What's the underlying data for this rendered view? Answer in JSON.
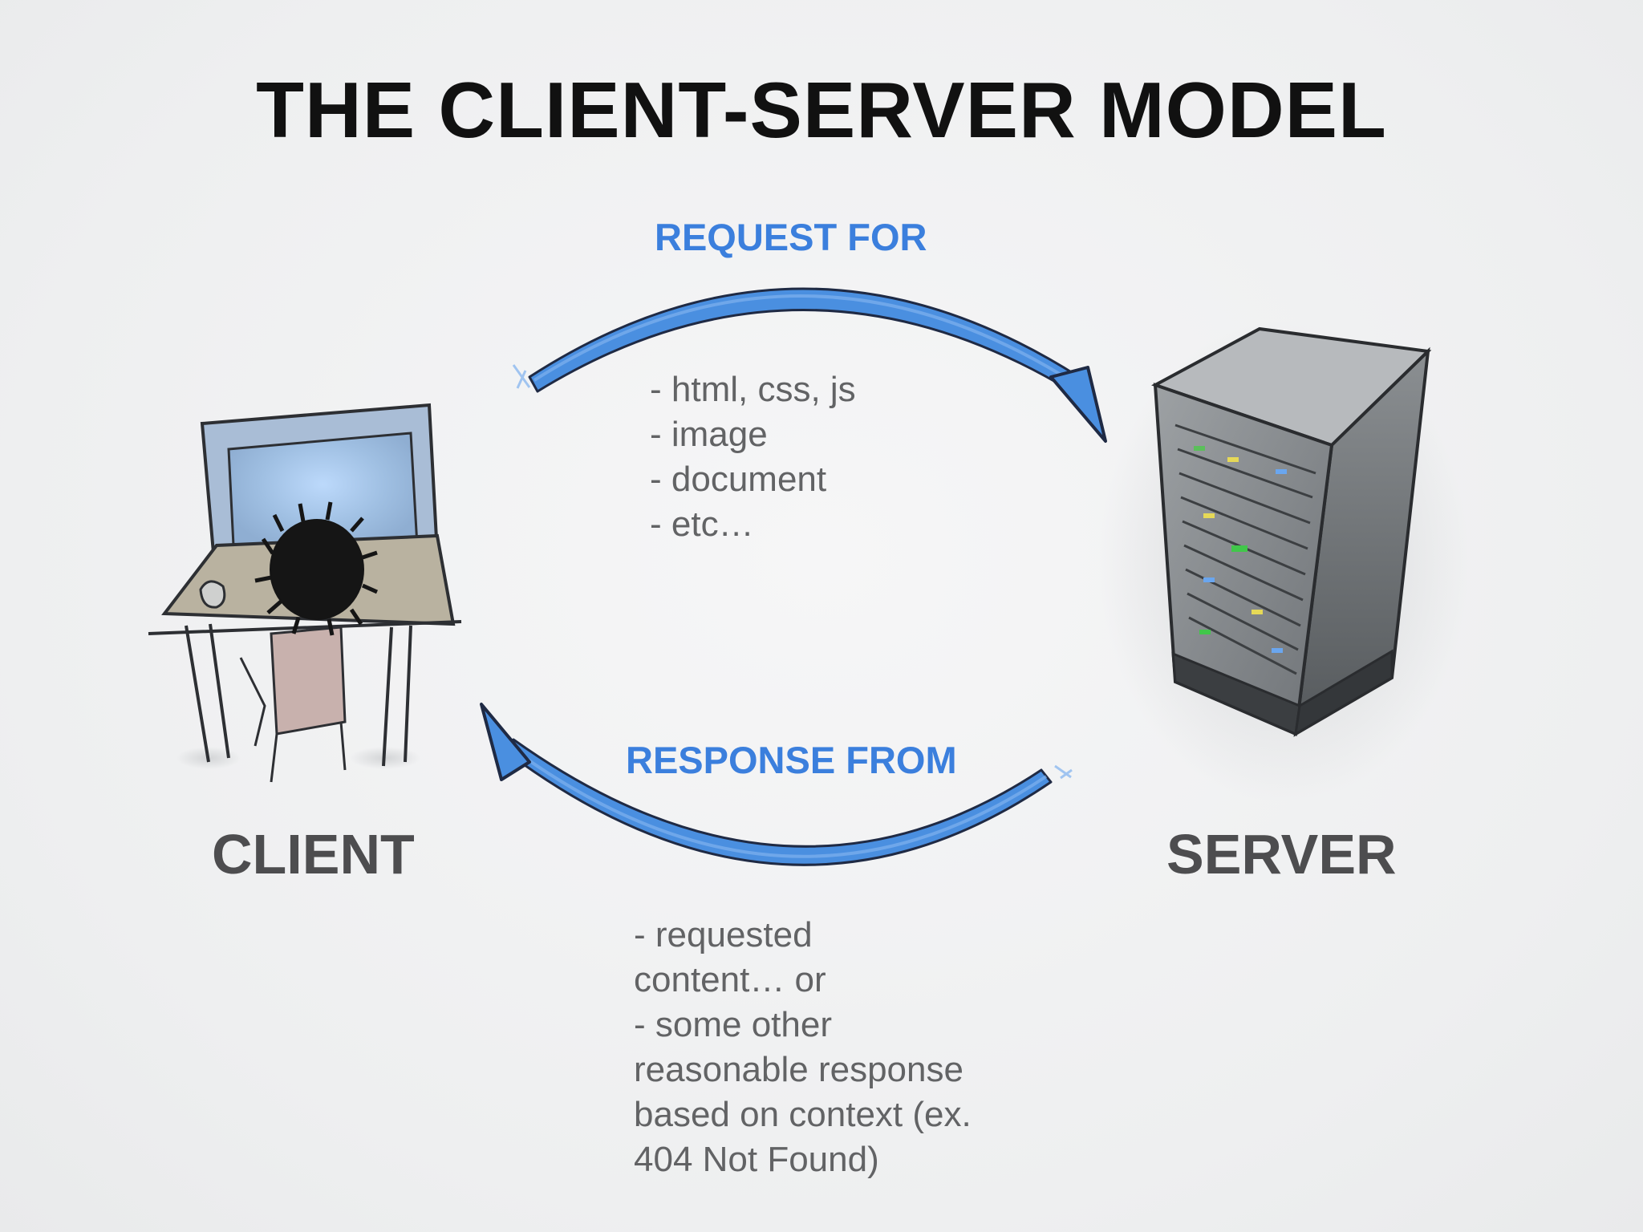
{
  "diagram": {
    "title": "THE CLIENT-SERVER MODEL",
    "request": {
      "label": "REQUEST FOR",
      "items": [
        "- html, css, js",
        "- image",
        "- document",
        "- etc…"
      ]
    },
    "response": {
      "label": "RESPONSE FROM",
      "lines": [
        "- requested",
        "content… or",
        "- some other",
        "reasonable response",
        "based on context (ex.",
        "404 Not Found)"
      ]
    },
    "client": {
      "label": "CLIENT",
      "icon": "computer-desk-person-icon"
    },
    "server": {
      "label": "SERVER",
      "icon": "server-tower-icon"
    },
    "colors": {
      "arrow": "#4a8fe0",
      "arrow_outline": "#1f2a44",
      "flow_label": "#3b7fdd",
      "node_label": "#4d4d4f",
      "body_text": "#626365"
    }
  }
}
